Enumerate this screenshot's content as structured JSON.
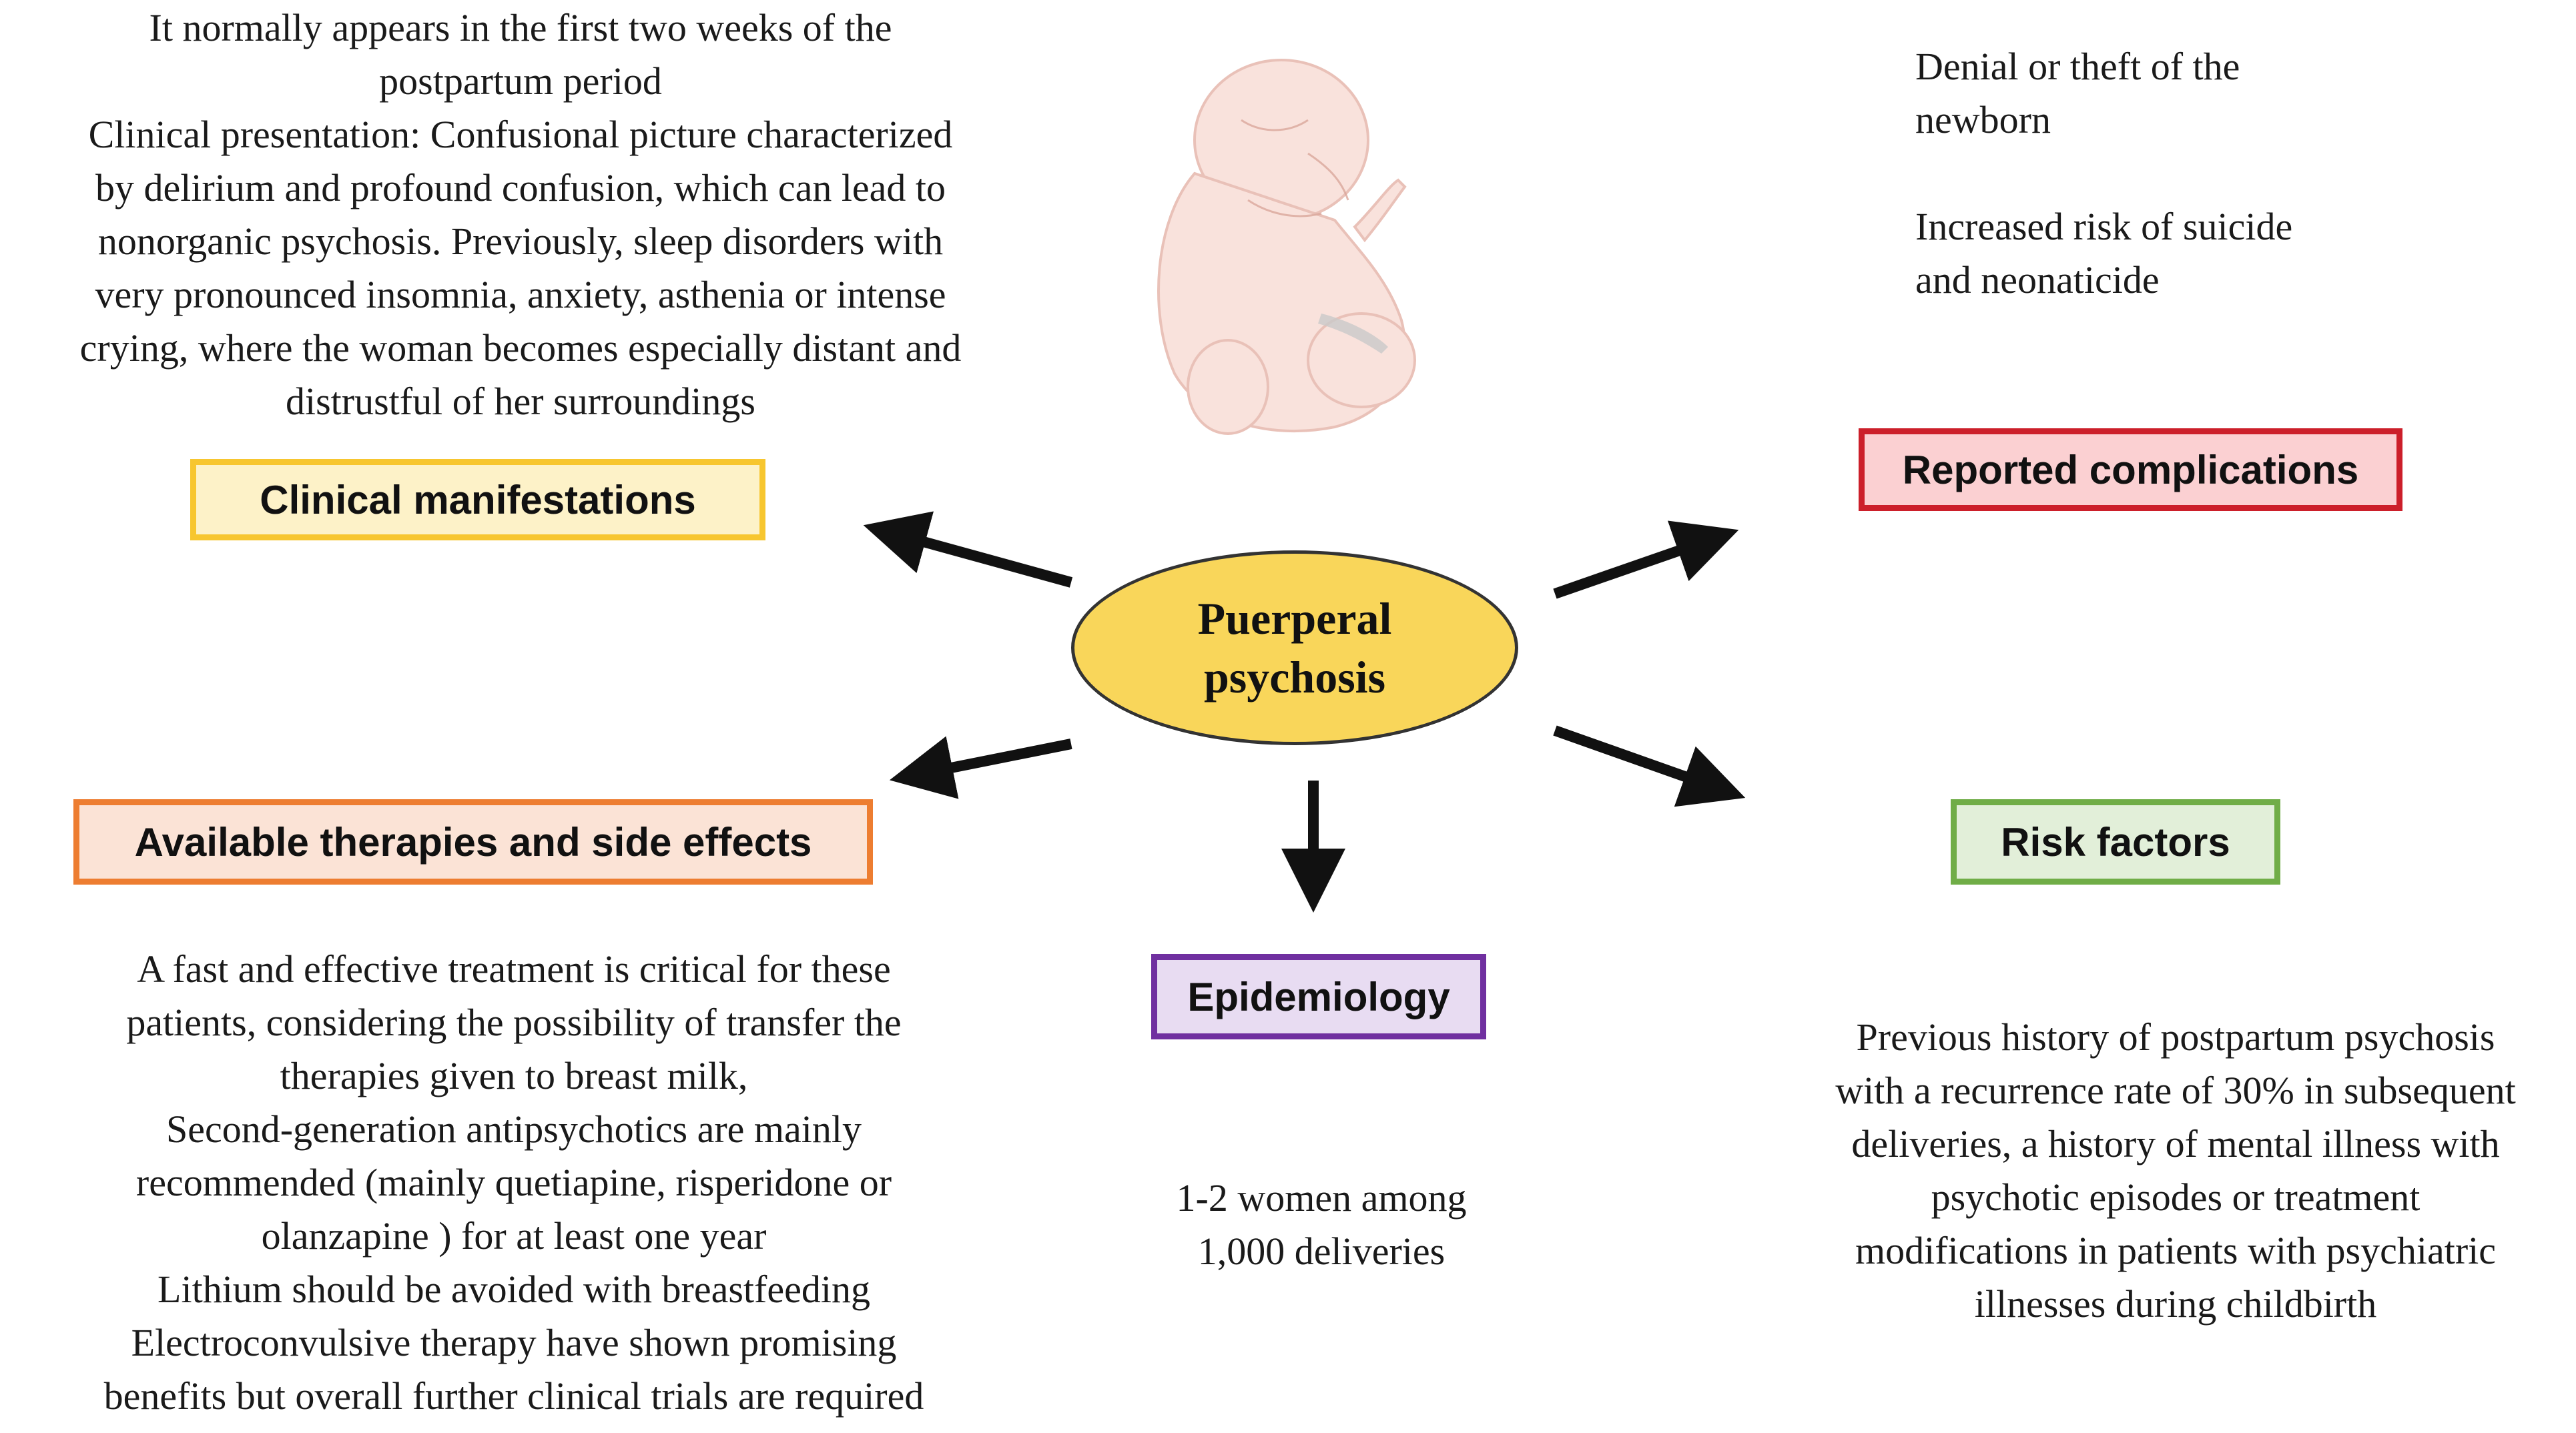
{
  "center": {
    "line1": "Puerperal",
    "line2": "psychosis"
  },
  "clinical_manifestations": {
    "label": "Clinical manifestations",
    "color": "#f7c62f",
    "fill": "#fdf2c8",
    "text": [
      "It normally appears  in the first two weeks of the",
      "postpartum period",
      "Clinical  presentation: Confusional picture characterized",
      "by delirium and profound confusion, which can lead to",
      "nonorganic psychosis. Previously, sleep disorders with",
      "very pronounced insomnia, anxiety, asthenia or intense",
      "crying, where the woman becomes especially distant and",
      "distrustful of her surroundings"
    ]
  },
  "reported_complications": {
    "label": "Reported complications",
    "color": "#cc1f2a",
    "fill": "#fbd0d2",
    "text": [
      "Denial or theft of the",
      "newborn",
      "",
      "Increased risk of suicide",
      "and neonaticide"
    ]
  },
  "available_therapies": {
    "label": "Available therapies and side effects",
    "color": "#ed7d31",
    "fill": "#fbe3d6",
    "text": [
      "A fast and effective treatment is critical for these",
      "patients, considering the possibility of transfer the",
      "therapies given to breast milk,",
      "Second-generation antipsychotics are mainly",
      "recommended  (mainly  quetiapine, risperidone or",
      "olanzapine  ) for at least one year",
      "Lithium should be avoided with breastfeeding",
      "Electroconvulsive therapy have shown promising",
      "benefits but overall further clinical  trials are required"
    ]
  },
  "epidemiology": {
    "label": "Epidemiology",
    "color": "#7030a0",
    "fill": "#e8dcf2",
    "text": [
      "1-2 women among",
      "1,000 deliveries"
    ]
  },
  "risk_factors": {
    "label": "Risk factors",
    "color": "#70ad47",
    "fill": "#e2efd9",
    "text": [
      "Previous history of postpartum psychosis",
      "with a recurrence rate of 30% in subsequent",
      "deliveries, a history of mental illness with",
      "psychotic episodes or treatment",
      "modifications in patients with psychiatric",
      "illnesses during childbirth"
    ]
  },
  "colors": {
    "ellipse_fill": "#f9d65a",
    "arrow": "#111111",
    "baby": "#f6d9d2"
  }
}
